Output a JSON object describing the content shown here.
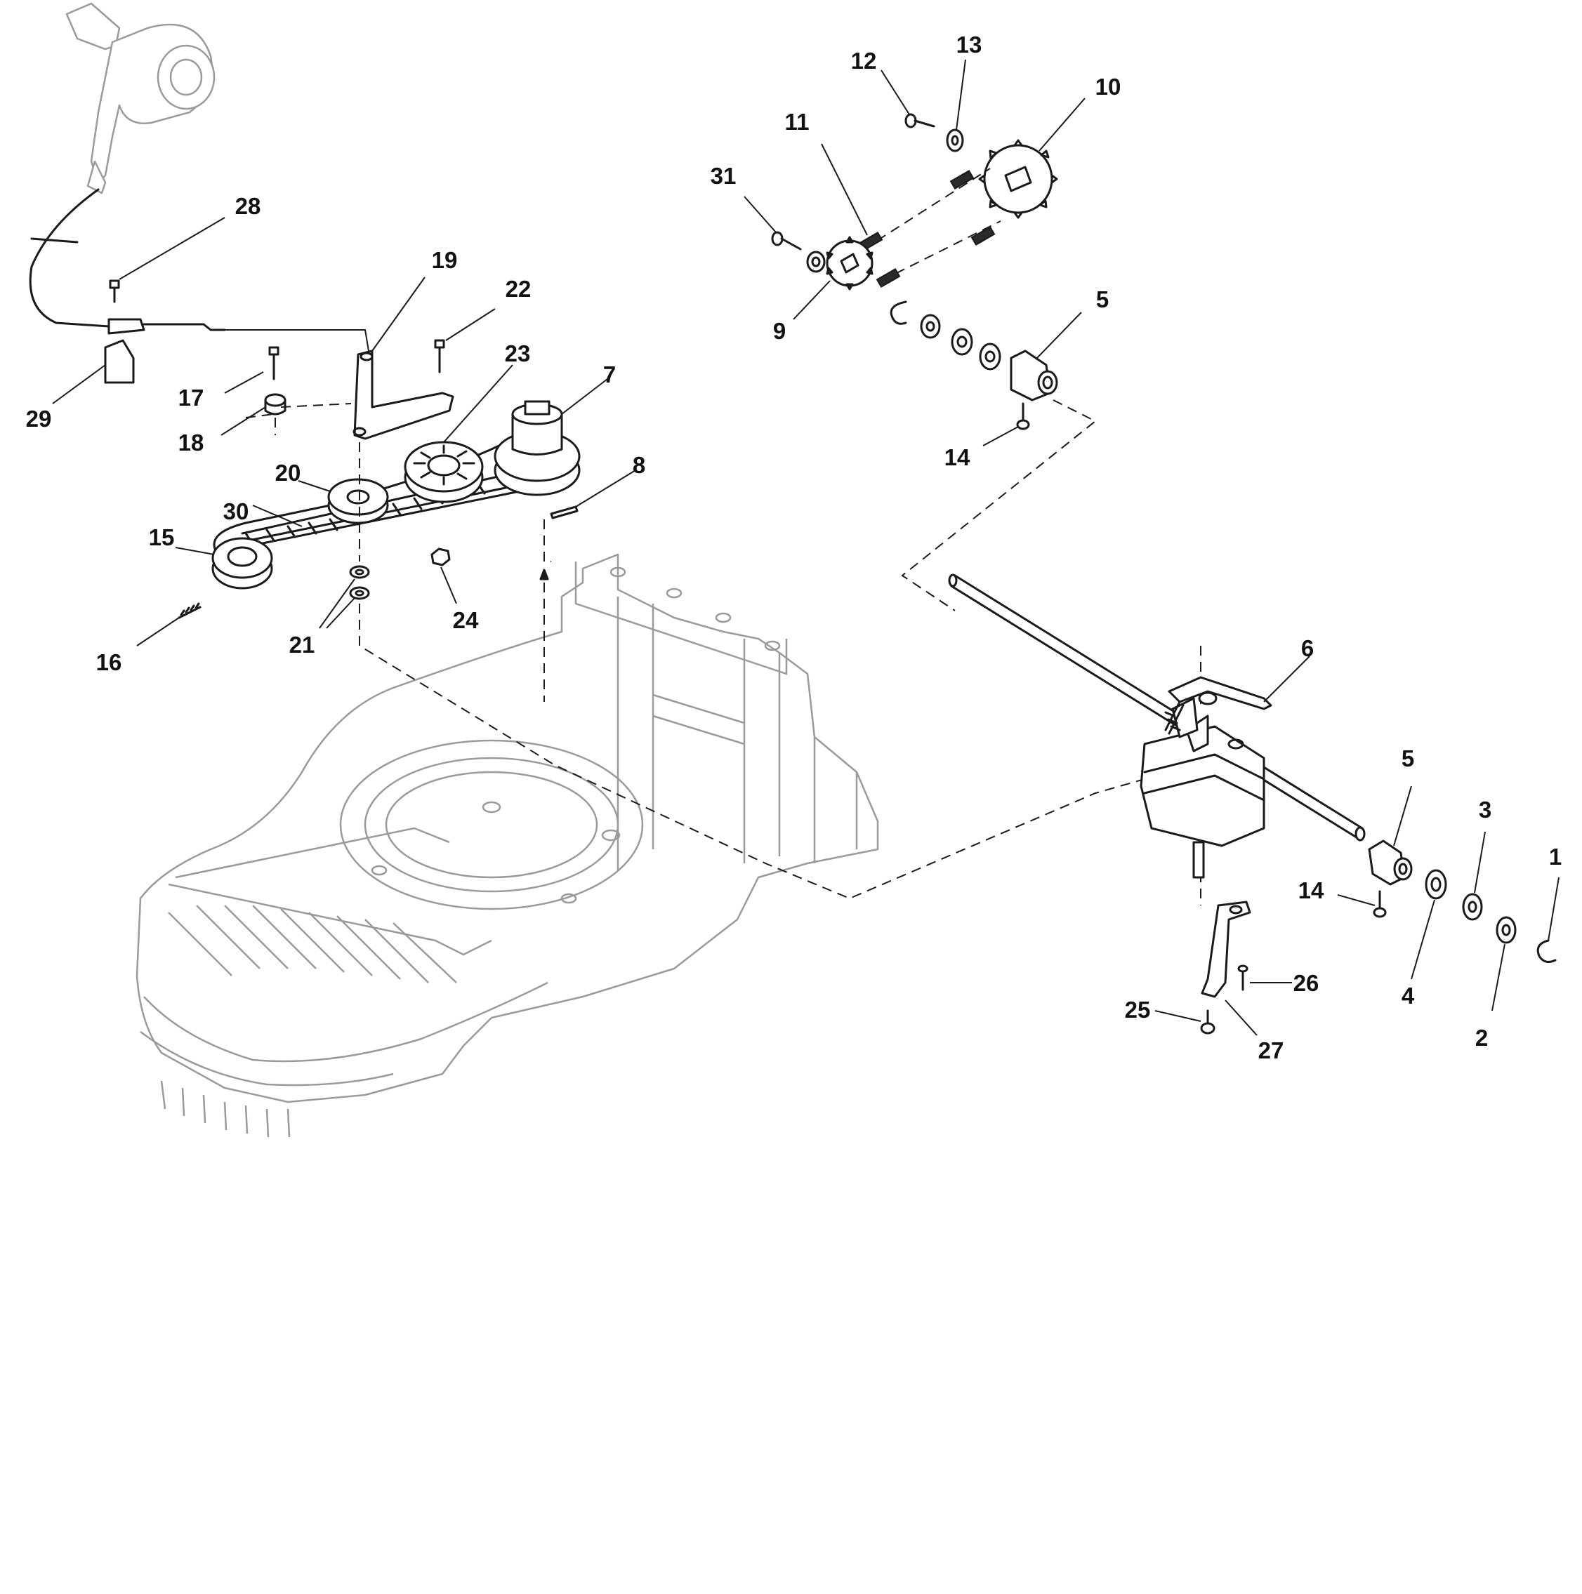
{
  "diagram": {
    "callouts": [
      {
        "id": "c1",
        "label": "1"
      },
      {
        "id": "c2",
        "label": "2"
      },
      {
        "id": "c3",
        "label": "3"
      },
      {
        "id": "c4",
        "label": "4"
      },
      {
        "id": "c5a",
        "label": "5"
      },
      {
        "id": "c5b",
        "label": "5"
      },
      {
        "id": "c6",
        "label": "6"
      },
      {
        "id": "c7",
        "label": "7"
      },
      {
        "id": "c8",
        "label": "8"
      },
      {
        "id": "c9",
        "label": "9"
      },
      {
        "id": "c10",
        "label": "10"
      },
      {
        "id": "c11",
        "label": "11"
      },
      {
        "id": "c12",
        "label": "12"
      },
      {
        "id": "c13",
        "label": "13"
      },
      {
        "id": "c14a",
        "label": "14"
      },
      {
        "id": "c14b",
        "label": "14"
      },
      {
        "id": "c15",
        "label": "15"
      },
      {
        "id": "c16",
        "label": "16"
      },
      {
        "id": "c17",
        "label": "17"
      },
      {
        "id": "c18",
        "label": "18"
      },
      {
        "id": "c19",
        "label": "19"
      },
      {
        "id": "c20",
        "label": "20"
      },
      {
        "id": "c21",
        "label": "21"
      },
      {
        "id": "c22",
        "label": "22"
      },
      {
        "id": "c23",
        "label": "23"
      },
      {
        "id": "c24",
        "label": "24"
      },
      {
        "id": "c25",
        "label": "25"
      },
      {
        "id": "c26",
        "label": "26"
      },
      {
        "id": "c27",
        "label": "27"
      },
      {
        "id": "c28",
        "label": "28"
      },
      {
        "id": "c29",
        "label": "29"
      },
      {
        "id": "c30",
        "label": "30"
      },
      {
        "id": "c31",
        "label": "31"
      }
    ]
  }
}
